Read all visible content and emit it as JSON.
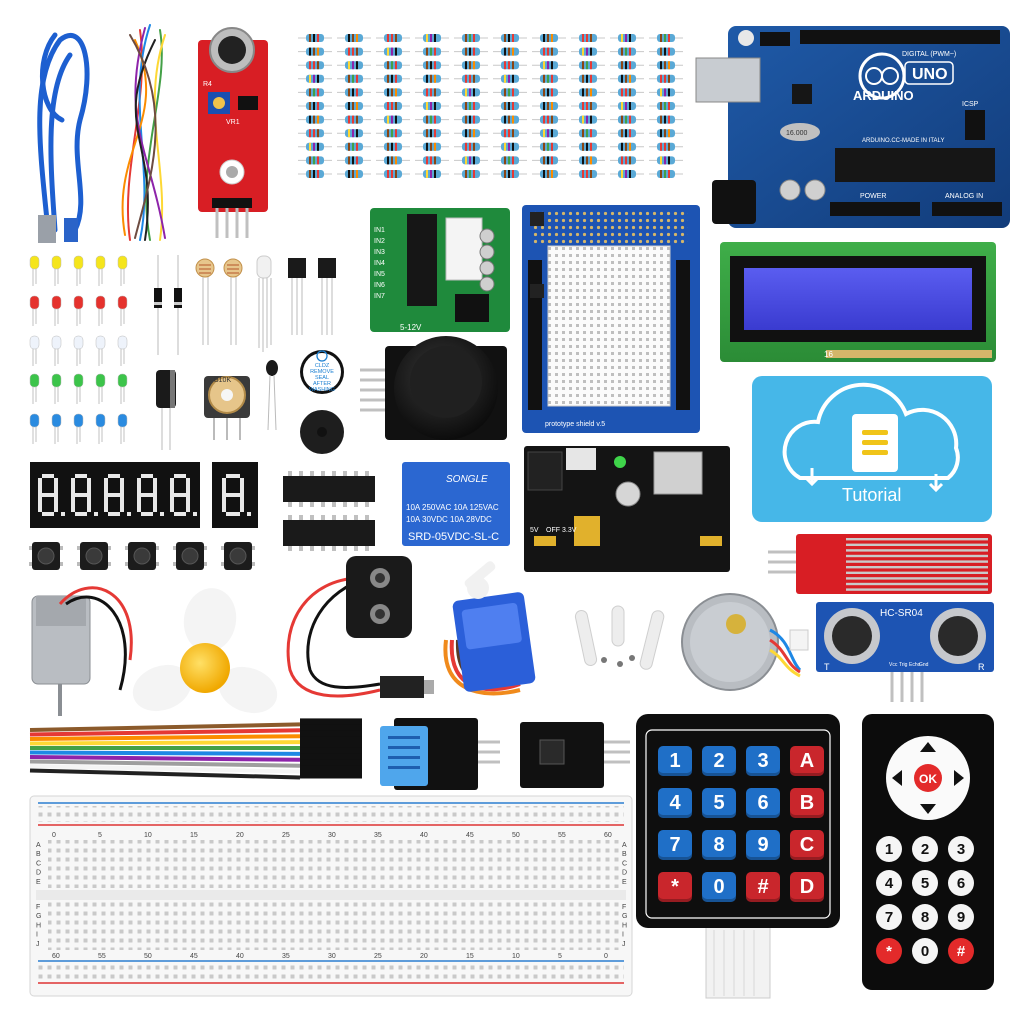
{
  "board": {
    "brand": "ARDUINO",
    "model": "UNO",
    "digital_label": "DIGITAL (PWM~)",
    "analog_label": "ANALOG IN",
    "power_label": "POWER",
    "made_in": "ARDUINO.CC-MADE IN ITALY",
    "crystal": "16.000",
    "icsp": "ICSP"
  },
  "sound_sensor": {
    "r4": "R4",
    "vr1": "VR1"
  },
  "stepper_driver": {
    "pins": [
      "IN1",
      "IN2",
      "IN3",
      "IN4",
      "IN5",
      "IN6",
      "IN7"
    ],
    "voltage": "5-12V"
  },
  "proto_shield": {
    "label": "prototype shield v.5"
  },
  "lcd": {
    "pin_label": "16"
  },
  "tutorial_card": {
    "label": "Tutorial",
    "color": "#46b7e8"
  },
  "buzzer_sticker": [
    "CLDZ",
    "REMOVE",
    "SEAL",
    "AFTER",
    "WASHING"
  ],
  "potentiometer": {
    "label": "B10K"
  },
  "relay": {
    "brand": "SONGLE",
    "line1": "10A 250VAC 10A 125VAC",
    "line2": "10A 30VDC 10A 28VDC",
    "model": "SRD-05VDC-SL-C"
  },
  "power_module": {
    "label_5v": "5V",
    "label_off": "OFF",
    "label_33v": "3.3V"
  },
  "ultrasonic": {
    "model": "HC-SR04",
    "pins": [
      "Vcc",
      "Trig",
      "Echo",
      "Gnd"
    ],
    "left": "T",
    "right": "R"
  },
  "keypad": {
    "keys": [
      "1",
      "2",
      "3",
      "A",
      "4",
      "5",
      "6",
      "B",
      "7",
      "8",
      "9",
      "C",
      "*",
      "0",
      "#",
      "D"
    ],
    "colors": {
      "blue": "#1f6fc7",
      "red": "#c9262c"
    }
  },
  "remote": {
    "ok": "OK",
    "keys": [
      "1",
      "2",
      "3",
      "4",
      "5",
      "6",
      "7",
      "8",
      "9",
      "*",
      "0",
      "#"
    ]
  },
  "breadboard": {
    "top_numbers": [
      "0",
      "5",
      "10",
      "15",
      "20",
      "25",
      "30",
      "35",
      "40",
      "45",
      "50",
      "55",
      "60"
    ],
    "bottom_numbers": [
      "60",
      "55",
      "50",
      "45",
      "40",
      "35",
      "30",
      "25",
      "20",
      "15",
      "10",
      "5",
      "0"
    ],
    "rows_upper": [
      "A",
      "B",
      "C",
      "D",
      "E"
    ],
    "rows_lower": [
      "F",
      "G",
      "H",
      "I",
      "J"
    ]
  }
}
